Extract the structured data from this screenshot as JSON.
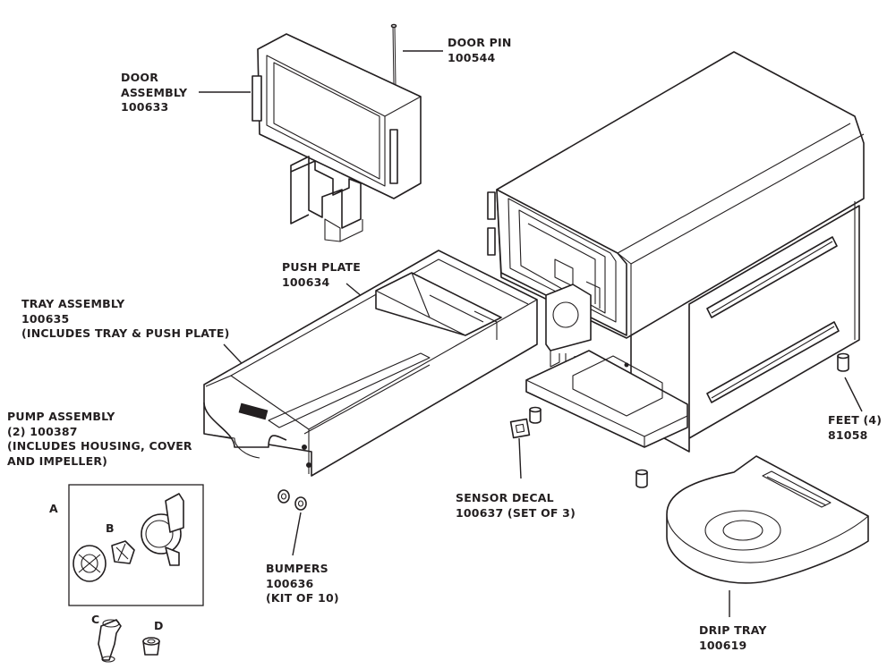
{
  "labels": {
    "door_pin": {
      "name": "DOOR PIN",
      "number": "100544"
    },
    "door_assembly": {
      "name1": "DOOR",
      "name2": "ASSEMBLY",
      "number": "100633"
    },
    "push_plate": {
      "name": "PUSH PLATE",
      "number": "100634"
    },
    "tray_assembly": {
      "name": "TRAY ASSEMBLY",
      "number": "100635",
      "note": "(INCLUDES TRAY & PUSH PLATE)"
    },
    "pump_assembly": {
      "name": "PUMP ASSEMBLY",
      "number": "(2) 100387",
      "note1": "(INCLUDES HOUSING, COVER",
      "note2": "AND IMPELLER)"
    },
    "feet": {
      "name": "FEET (4)",
      "number": "81058"
    },
    "sensor_decal": {
      "name": "SENSOR DECAL",
      "number": "100637 (SET OF 3)"
    },
    "bumpers": {
      "name": "BUMPERS",
      "number": "100636",
      "note": "(KIT OF 10)"
    },
    "drip_tray": {
      "name": "DRIP TRAY",
      "number": "100619"
    }
  },
  "letters": {
    "a": "A",
    "b": "B",
    "c": "C",
    "d": "D"
  },
  "colors": {
    "line": "#231f20",
    "background": "#ffffff"
  }
}
